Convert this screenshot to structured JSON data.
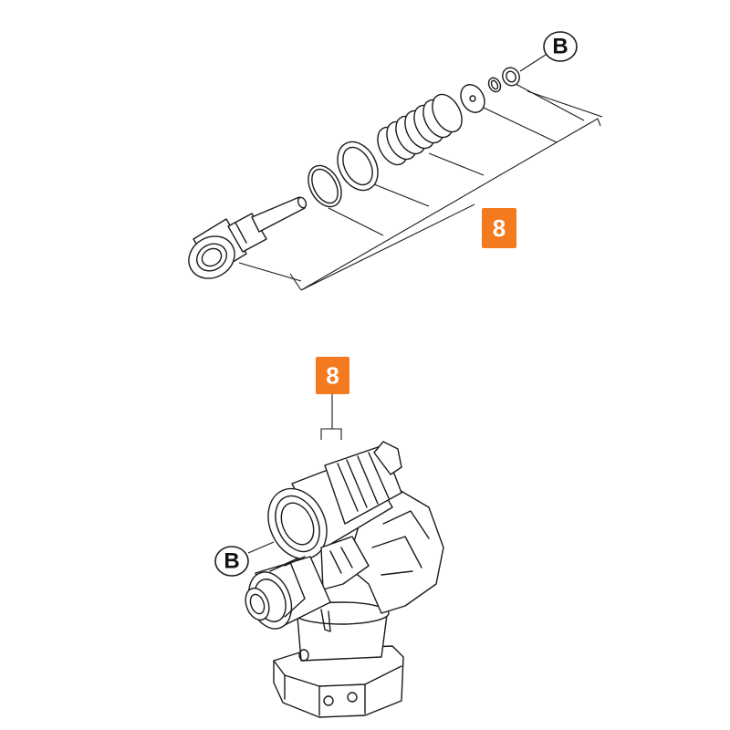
{
  "colors": {
    "callout": "#f47a20",
    "line": "#1a1a1a"
  },
  "callouts": {
    "top_item": "8",
    "bottom_item": "8"
  },
  "references": {
    "top_ref": "B",
    "bottom_ref": "B"
  }
}
